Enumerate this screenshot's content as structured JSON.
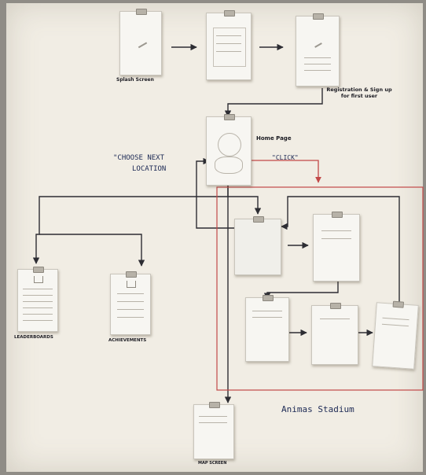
{
  "labels": {
    "splash_caption": "Splash Screen",
    "registration_caption": "Registration & Sign up for first user",
    "home_caption": "Home Page",
    "click_label": "\"CLICK\"",
    "choose_label_line1": "\"CHOOSE NEXT",
    "choose_label_line2": "LOCATION",
    "leaderboards_caption": "LEADERBOARDS",
    "achievements_caption": "ACHIEVEMENTS",
    "stadium_label": "Animas Stadium",
    "bottom_caption": "MAP SCREEN"
  },
  "colors": {
    "paper": "#f1ede4",
    "arrow_dark": "#2d2d33",
    "arrow_red": "#c24848",
    "region_red": "#c24848",
    "handwriting_blue": "#1d2a55"
  }
}
